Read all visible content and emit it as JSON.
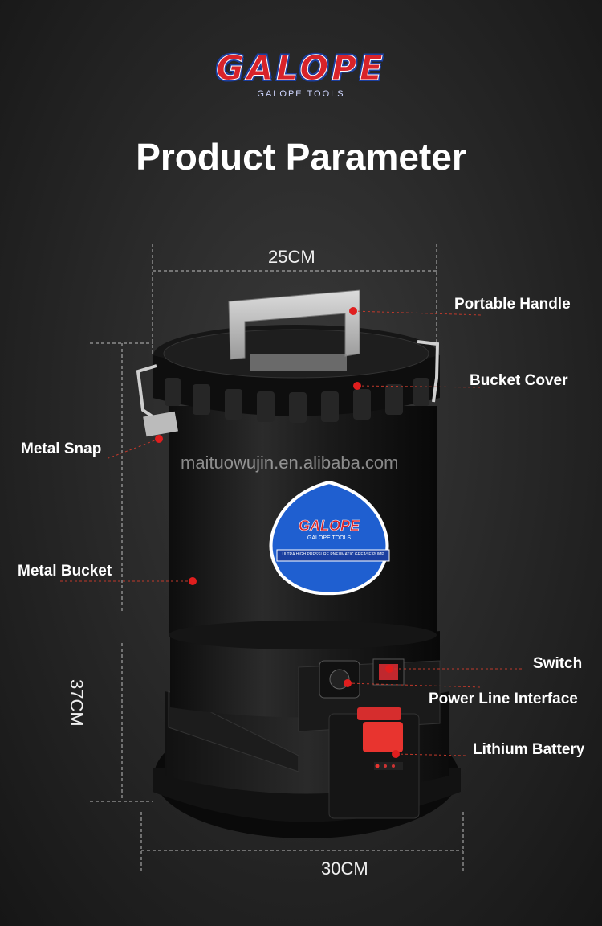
{
  "brand": {
    "name": "GALOPE",
    "tagline": "GALOPE TOOLS"
  },
  "title": "Product Parameter",
  "dimensions": {
    "width_top": "25CM",
    "height": "37CM",
    "width_bottom": "30CM"
  },
  "labels": {
    "portable_handle": "Portable Handle",
    "bucket_cover": "Bucket Cover",
    "metal_snap": "Metal Snap",
    "metal_bucket": "Metal Bucket",
    "switch": "Switch",
    "power_line_interface": "Power Line Interface",
    "lithium_battery": "Lithium Battery"
  },
  "badge": {
    "name": "GALOPE",
    "tagline": "GALOPE TOOLS",
    "caption": "ULTRA HIGH PRESSURE PNEUMATIC GREASE PUMP"
  },
  "watermark": "maituowujin.en.alibaba.com",
  "colors": {
    "accent": "#d8232a",
    "badge_blue": "#1f5fd0",
    "leader_red": "#c0392b"
  }
}
